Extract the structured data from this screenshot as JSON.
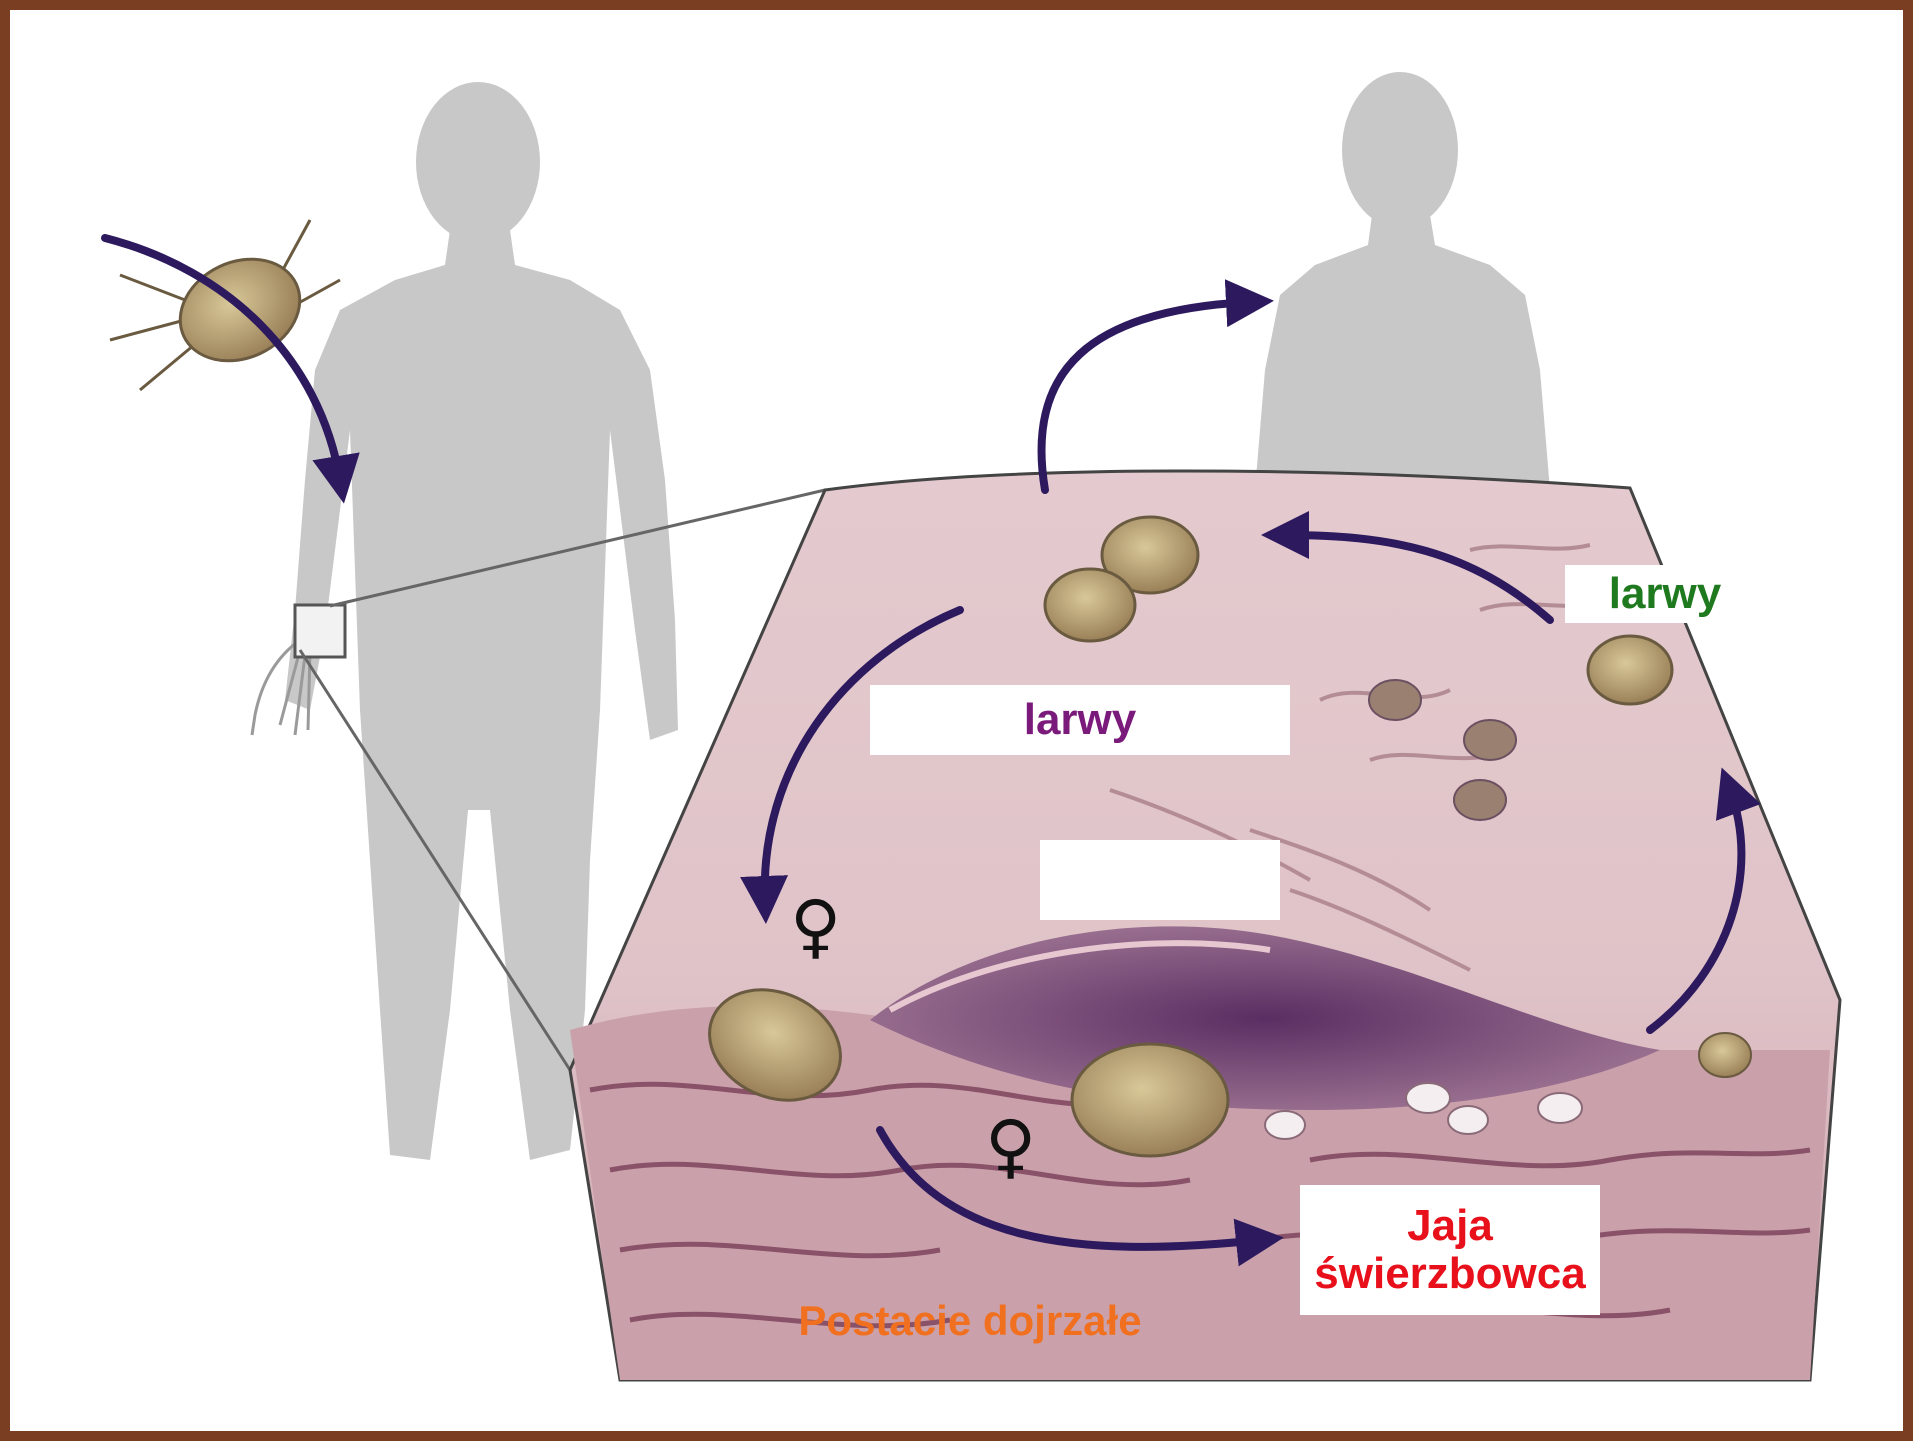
{
  "labels": {
    "larvae_top_right": "larwy",
    "larvae_center": "larwy",
    "eggs_line1": "Jaja",
    "eggs_line2": "świerzbowca",
    "adults": "Postacie dojrzałe"
  },
  "symbols": {
    "female": "♀"
  },
  "colors": {
    "frame": "#7a3f22",
    "silhouette": "#c8c8c8",
    "skin": "#dcbcc0",
    "burrow": "#6e4170",
    "arrow": "#2d1a5e",
    "mite": "#b8a070",
    "larvae_top_right": "#1f7a1f",
    "larvae_center": "#7a1a7a",
    "eggs": "#e8101a",
    "adults": "#f07020"
  }
}
